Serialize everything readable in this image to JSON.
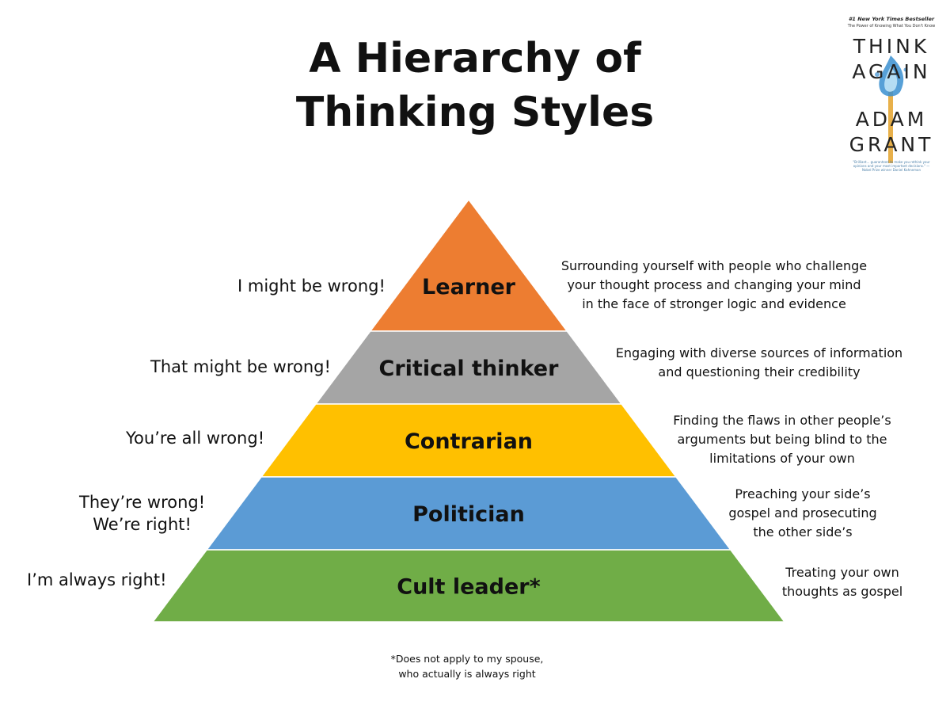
{
  "title": {
    "line1": "A Hierarchy of",
    "line2": "Thinking Styles"
  },
  "layers": [
    {
      "label": "Learner",
      "color": "#ED7D31",
      "quote": [
        "I might be wrong!"
      ],
      "description": [
        "Surrounding yourself with people who challenge",
        "your thought process and changing your mind",
        "in the face of stronger logic and evidence"
      ]
    },
    {
      "label": "Critical thinker",
      "color": "#A5A5A5",
      "quote": [
        "That might be wrong!"
      ],
      "description": [
        "Engaging with diverse sources of information",
        "and questioning their credibility"
      ]
    },
    {
      "label": "Contrarian",
      "color": "#FFC000",
      "quote": [
        "You’re all wrong!"
      ],
      "description": [
        "Finding the flaws in other people’s",
        "arguments but being blind to the",
        "limitations of your own"
      ]
    },
    {
      "label": "Politician",
      "color": "#5B9BD5",
      "quote": [
        "They’re wrong!",
        "We’re right!"
      ],
      "description": [
        "Preaching your side’s",
        "gospel and prosecuting",
        "the other side’s"
      ]
    },
    {
      "label": "Cult leader*",
      "color": "#70AD47",
      "quote": [
        "I’m always right!"
      ],
      "description": [
        "Treating your own",
        "thoughts as gospel"
      ]
    }
  ],
  "footnote": {
    "line1": "*Does not apply to my spouse,",
    "line2": "who actually is always right"
  },
  "book_cover": {
    "tagline": "#1 New York Times Bestseller",
    "subtitle": "The Power of Knowing What You Don't Know",
    "title_word1": "THINK",
    "title_word2": "AGAIN",
    "author_word1": "ADAM",
    "author_word2": "GRANT",
    "blurb": "\"Brilliant... guaranteed to make you rethink your opinions and your most important decisions.\" —Nobel Prize winner Daniel Kahneman",
    "accent": "#3A8FD0",
    "match_color": "#E8B04A"
  }
}
